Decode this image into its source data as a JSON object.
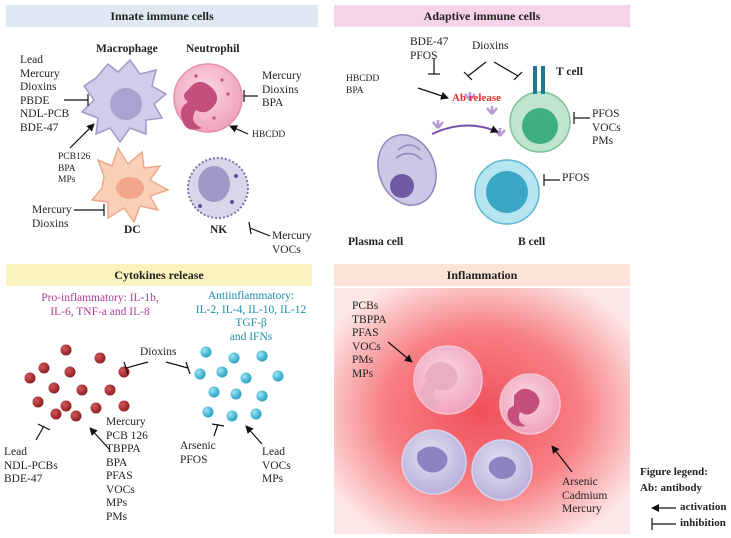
{
  "panels": {
    "innate": {
      "title": "Innate immune cells",
      "macrophage_label": "Macrophage",
      "neutrophil_label": "Neutrophil",
      "dc_label": "DC",
      "nk_label": "NK",
      "macrophage_inhibitors": "Lead\nMercury\nDioxins\nPBDE\nNDL-PCB\nBDE-47",
      "macrophage_activators": "PCB126\nBPA\nMPs",
      "neutrophil_inhibitors": "Mercury\nDioxins\nBPA",
      "neutrophil_activator": "HBCDD",
      "dc_inhibitors": "Mercury\nDioxins",
      "nk_inhibitors": "Mercury\nVOCs"
    },
    "adaptive": {
      "title": "Adaptive immune cells",
      "ab_release": "Ab release",
      "ab_inhibitors": "BDE-47\nPFOS",
      "ab_activators": "HBCDD\nBPA",
      "dioxins": "Dioxins",
      "t_cell_label": "T cell",
      "t_cell_inhibitors": "PFOS\nVOCs\nPMs",
      "b_cell_label": "B cell",
      "b_cell_inhibitor": "PFOS",
      "plasma_cell_label": "Plasma cell"
    },
    "cytokines": {
      "title": "Cytokines release",
      "pro": "Pro-inflammatory: IL-1b,\nIL-6, TNF-a and IL-8",
      "anti": "Antiinflammatory:\nIL-2, IL-4, IL-10, IL-12\nTGF-β\nand IFNs",
      "dioxins": "Dioxins",
      "pro_inhibitors": "Lead\nNDL-PCBs\nBDE-47",
      "pro_activators": "Mercury\nPCB 126\nTBPPA\nBPA\nPFAS\nVOCs\nMPs\nPMs",
      "anti_inhibitors": "Arsenic\nPFOS",
      "anti_activators": "Lead\nVOCs\nMPs"
    },
    "inflammation": {
      "title": "Inflammation",
      "activators_top": "PCBs\nTBPPA\nPFAS\nVOCs\nPMs\nMPs",
      "activators_bottom": "Arsenic\nCadmium\nMercury"
    }
  },
  "legend": {
    "title": "Figure legend:",
    "ab": "Ab: antibody",
    "activation": "activation",
    "inhibition": "inhibition"
  },
  "colors": {
    "innate_header": "#dfe8f3",
    "adaptive_header": "#f7d3ea",
    "cytokines_header": "#fbf3bd",
    "inflammation_header": "#fbe3d6",
    "pro_text": "#b03a9a",
    "anti_text": "#1a8fa8",
    "ab_release": "#e0302a",
    "red_dots": "#a52428",
    "blue_dots": "#3fb8d6"
  }
}
